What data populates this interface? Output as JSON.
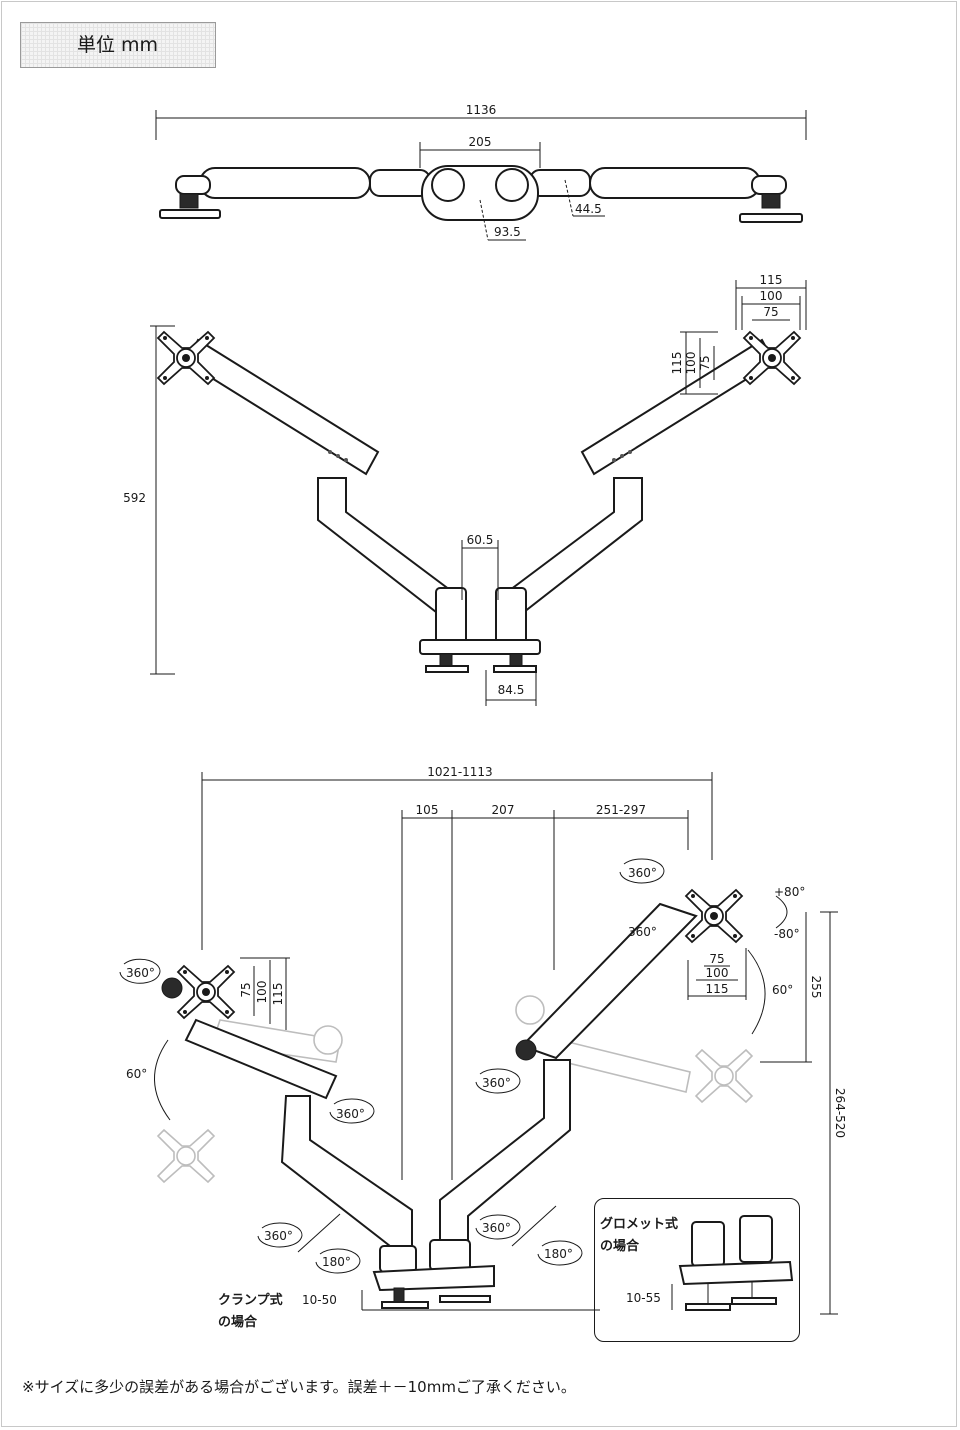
{
  "unit_label": "単位 mm",
  "top_view": {
    "overall_width": "1136",
    "center_width": "205",
    "arm_diameter": "44.5",
    "base_depth": "93.5"
  },
  "front_view": {
    "height": "592",
    "vesa_outer": "115",
    "vesa_mid": "100",
    "vesa_inner": "75",
    "pole_width": "60.5",
    "base_width": "84.5"
  },
  "iso_view": {
    "reach_total": "1021-1113",
    "seg_a": "105",
    "seg_b": "207",
    "seg_c": "251-297",
    "height_range": "264-520",
    "tilt_height": "255",
    "tilt_up": "+80°",
    "tilt_down": "-80°",
    "swivel_angle": "60°",
    "rotation": "360°",
    "base_rotation": "180°",
    "clamp_range": "10-50",
    "clamp_label_1": "クランプ式",
    "clamp_label_2": "の場合"
  },
  "grommet": {
    "label_1": "グロメット式",
    "label_2": "の場合",
    "range": "10-55"
  },
  "footnote": "※サイズに多少の誤差がある場合がございます。誤差＋－10mmご了承ください。"
}
